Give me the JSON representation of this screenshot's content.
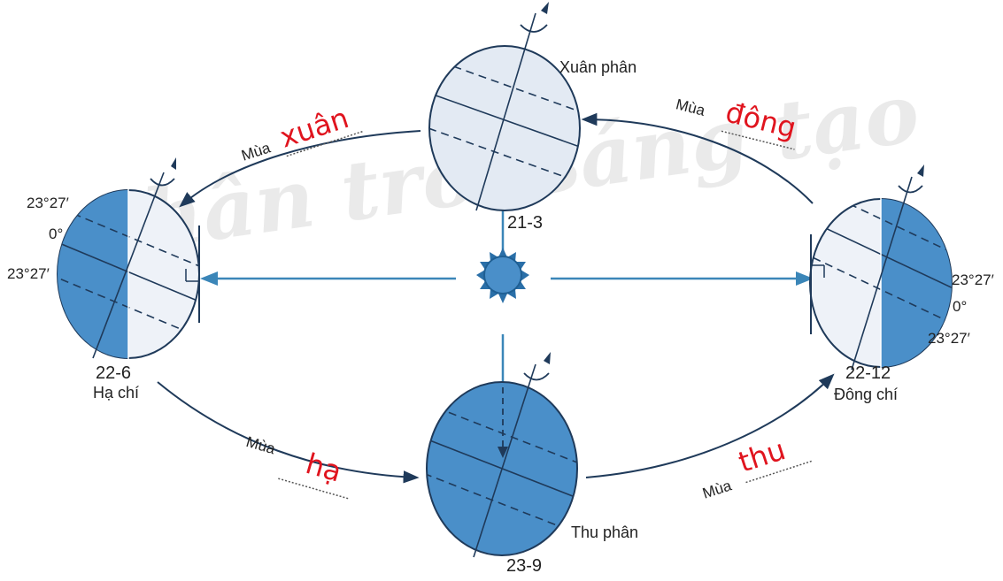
{
  "watermark": "Chân trời sáng tạo",
  "colors": {
    "ocean_blue": "#4a8fc9",
    "dark_line": "#1f3a5a",
    "arrow_blue": "#3b86b8",
    "red_text": "#e0141e",
    "globe_light": "#e8eef6"
  },
  "positions": {
    "spring": {
      "date": "21-3",
      "name": "Xuân phân"
    },
    "summer": {
      "date": "22-6",
      "name": "Hạ chí",
      "lat_top": "23°27′",
      "lat_mid": "0°",
      "lat_bottom": "23°27′"
    },
    "autumn": {
      "date": "23-9",
      "name": "Thu phân"
    },
    "winter": {
      "date": "22-12",
      "name": "Đông chí",
      "lat_top": "23°27′",
      "lat_mid": "0°",
      "lat_bottom": "23°27′"
    }
  },
  "seasons": {
    "prefix": "Mùa",
    "spring": "xuân",
    "summer": "hạ",
    "autumn": "thu",
    "winter": "đông"
  },
  "icons": {
    "sun": "sun-icon",
    "axis_arrow": "axis-arrow-icon"
  }
}
